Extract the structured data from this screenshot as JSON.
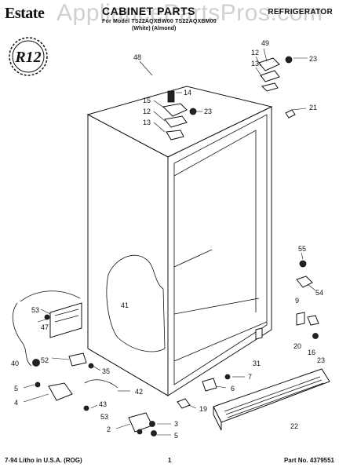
{
  "header": {
    "brand": "Estate",
    "title": "CABINET PARTS",
    "category": "REFRIGERATOR",
    "model_line": "For Model TS22AQXBW00   TS22AQXBM00",
    "color_line": "(White)            (Almond)"
  },
  "watermark": "AppliancePartsPros.com",
  "badge": "R12",
  "callouts": {
    "c48": "48",
    "c49": "49",
    "c12a": "12",
    "c13a": "13",
    "c23a": "23",
    "c14": "14",
    "c15": "15",
    "c12b": "12",
    "c13b": "13",
    "c23b": "23",
    "c21": "21",
    "c55": "55",
    "c54": "54",
    "c9": "9",
    "c20": "20",
    "c16": "16",
    "c23c": "23",
    "c41": "41",
    "c53a": "53",
    "c47": "47",
    "c52": "52",
    "c40": "40",
    "c35": "35",
    "c42": "42",
    "c5a": "5",
    "c4": "4",
    "c43": "43",
    "c53b": "53",
    "c2": "2",
    "c3": "3",
    "c5b": "5",
    "c31": "31",
    "c7": "7",
    "c6": "6",
    "c19": "19",
    "c22": "22"
  },
  "footer": {
    "left": "7-94 Litho in U.S.A. (ROG)",
    "page": "1",
    "part_no": "Part No. 4379551"
  }
}
